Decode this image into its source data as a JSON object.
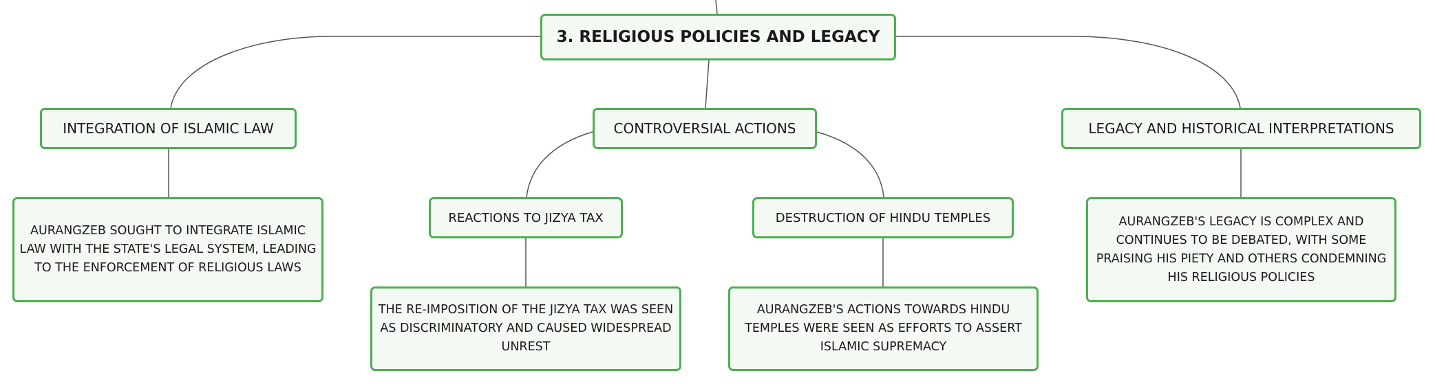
{
  "diagram": {
    "type": "mind-map",
    "colors": {
      "node_border": "#4caf50",
      "node_fill": "#f4f9f4",
      "connector": "#555555",
      "text": "#1a1a1a"
    },
    "root": {
      "label": "3. RELIGIOUS POLICIES AND LEGACY"
    },
    "branches": [
      {
        "label": "INTEGRATION OF ISLAMIC LAW",
        "detail": "AURANGZEB SOUGHT TO INTEGRATE ISLAMIC LAW WITH THE STATE'S LEGAL SYSTEM, LEADING TO THE ENFORCEMENT OF RELIGIOUS LAWS"
      },
      {
        "label": "CONTROVERSIAL ACTIONS",
        "children": [
          {
            "label": "REACTIONS TO JIZYA TAX",
            "detail": "THE RE-IMPOSITION OF THE JIZYA TAX WAS SEEN AS DISCRIMINATORY AND CAUSED WIDESPREAD UNREST"
          },
          {
            "label": "DESTRUCTION OF HINDU TEMPLES",
            "detail": "AURANGZEB'S ACTIONS TOWARDS HINDU TEMPLES WERE SEEN AS EFFORTS TO ASSERT ISLAMIC SUPREMACY"
          }
        ]
      },
      {
        "label": "LEGACY AND HISTORICAL INTERPRETATIONS",
        "detail": "AURANGZEB'S LEGACY IS COMPLEX AND CONTINUES TO BE DEBATED, WITH SOME PRAISING HIS PIETY AND OTHERS CONDEMNING HIS RELIGIOUS POLICIES"
      }
    ]
  }
}
